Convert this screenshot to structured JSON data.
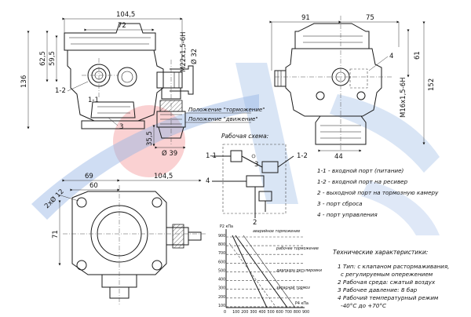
{
  "brand_colors": {
    "watermark_blue": "#3c78cf",
    "watermark_red": "#e8454a"
  },
  "front_view": {
    "dims": [
      "104,5",
      "72",
      "62,5",
      "59,5",
      "136",
      "M22x1,5-6H",
      "Ø 32"
    ],
    "labels": [
      "1-2",
      "1-1",
      "3"
    ]
  },
  "position_notes": [
    "Положение \"торможение\"",
    "Положение \"движение\""
  ],
  "small_dims": [
    "35,5",
    "Ø 39"
  ],
  "side_view": {
    "dims": [
      "91",
      "75",
      "61",
      "152",
      "44",
      "M16x1,5-6H"
    ],
    "labels": [
      "4"
    ]
  },
  "scheme": {
    "title": "Рабочая схема:",
    "ports": [
      "1-1",
      "1-2",
      "4",
      "3",
      "2"
    ]
  },
  "bottom_view": {
    "dims": [
      "69",
      "60",
      "104,5",
      "71",
      "2xØ 12"
    ]
  },
  "legend": [
    "1-1 - входной порт (питание)",
    "1-2 - входной порт на ресивер",
    "2 - выходной порт на тормозную камеру",
    "3 - порт сброса",
    "4 - порт управления"
  ],
  "graph": {
    "y_axis_label": "P2 кПа",
    "x_axis_label": "P4 кПа",
    "y_ticks": [
      "900",
      "800",
      "700",
      "600",
      "500",
      "400",
      "300",
      "200",
      "100"
    ],
    "x_ticks": [
      "0",
      "100",
      "200",
      "300",
      "400",
      "500",
      "600",
      "700",
      "800",
      "900"
    ],
    "annotations": [
      "аварийное торможение",
      "рабочее торможение",
      "диапазон регулировки",
      "запасной тормоз"
    ]
  },
  "specs": {
    "title": "Технические характеристики:",
    "items": [
      "1 Тип: с клапаном растормаживания,",
      "с регулируемым опережением",
      "2 Рабочая среда: сжатый воздух",
      "3 Рабочее давление: 8 бар",
      "4 Рабочий температурный режим",
      "-40°С до +70°С"
    ]
  }
}
